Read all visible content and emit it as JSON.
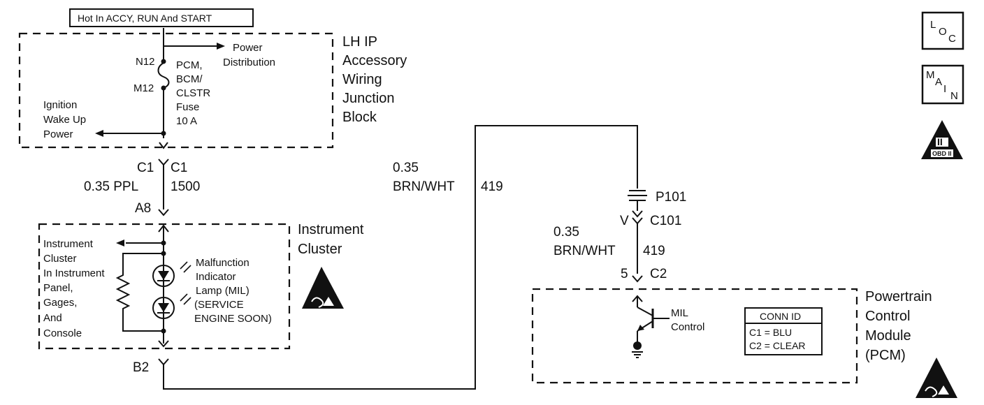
{
  "power_banner": "Hot In ACCY, RUN And START",
  "junction_block": {
    "title_lines": [
      "LH IP",
      "Accessory",
      "Wiring",
      "Junction",
      "Block"
    ],
    "pin_top": "N12",
    "pin_bottom": "M12",
    "fuse_lines": [
      "PCM,",
      "BCM/",
      "CLSTR",
      "Fuse",
      "10 A"
    ],
    "power_dist_lines": [
      "Power",
      "Distribution"
    ],
    "wake_lines": [
      "Ignition",
      "Wake Up",
      "Power"
    ]
  },
  "conn_c1": {
    "left_label": "C1",
    "right_label": "C1",
    "wire_size_color": "0.35 PPL",
    "circuit": "1500",
    "pin": "A8"
  },
  "cluster": {
    "title_lines": [
      "Instrument",
      "Cluster"
    ],
    "feed_lines": [
      "Instrument",
      "Cluster",
      "In Instrument",
      "Panel,",
      "Gages,",
      "And",
      "Console"
    ],
    "mil_lines": [
      "Malfunction",
      "Indicator",
      "Lamp (MIL)",
      "(SERVICE",
      "ENGINE SOON)"
    ],
    "pin_bottom": "B2"
  },
  "wire_419_left": {
    "size": "0.35",
    "color": "BRN/WHT",
    "circuit": "419"
  },
  "conn_p101": {
    "label": "P101",
    "pin_left": "V",
    "label_c101": "C101"
  },
  "wire_419_right": {
    "size": "0.35",
    "color": "BRN/WHT",
    "circuit": "419"
  },
  "conn_c2": {
    "pin": "5",
    "label": "C2"
  },
  "pcm": {
    "title_lines": [
      "Powertrain",
      "Control",
      "Module",
      "(PCM)"
    ],
    "control_lines": [
      "MIL",
      "Control"
    ],
    "conn_id": {
      "header": "CONN ID",
      "rows": [
        "C1 = BLU",
        "C2 = CLEAR"
      ]
    }
  },
  "side_icons": {
    "loc": [
      "L",
      "O",
      "C"
    ],
    "main": [
      "M",
      "A",
      "I",
      "N"
    ],
    "obd_numeral": "II",
    "obd_label": "OBD II"
  },
  "colors": {
    "ink": "#111111",
    "paper": "#ffffff"
  }
}
